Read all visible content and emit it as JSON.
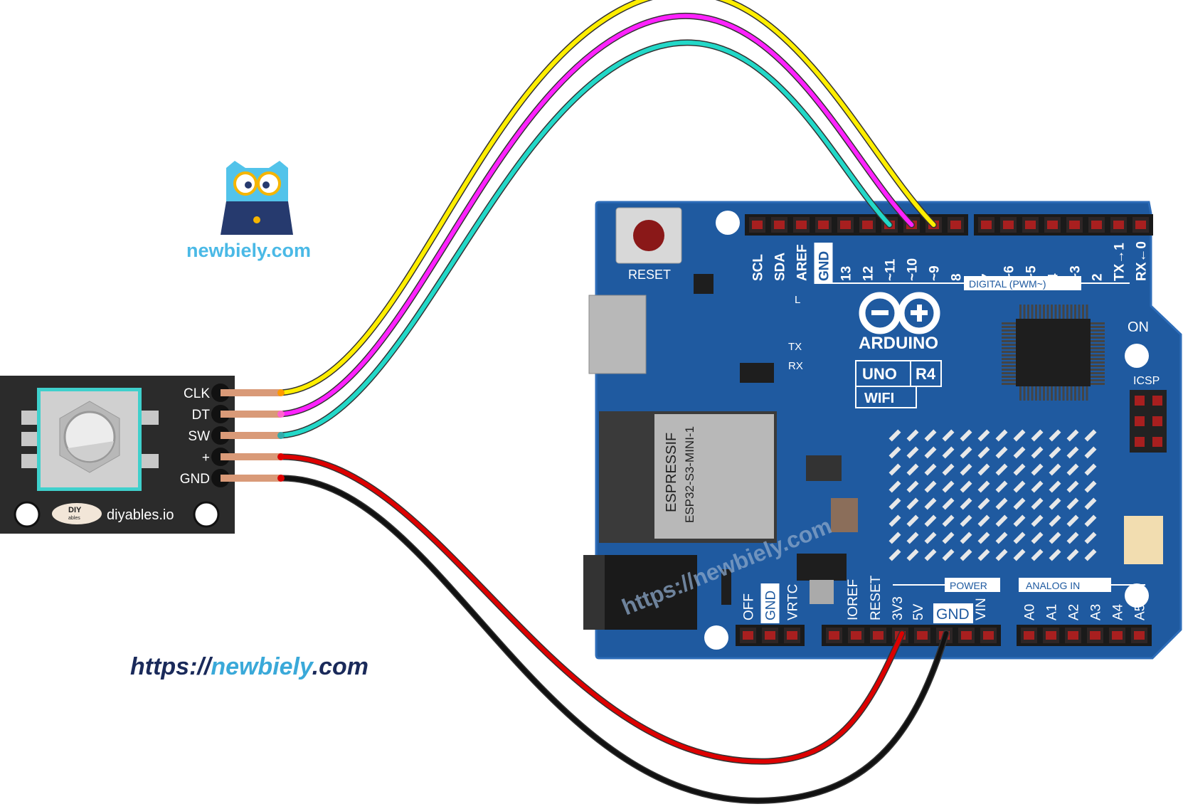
{
  "branding": {
    "site_name": "newbiely.com",
    "url_prefix": "https://",
    "url_name": "newbiely",
    "url_suffix": ".com",
    "watermark": "https://newbiely.com"
  },
  "module": {
    "brand": "diyables.io",
    "logo_text": "DIY",
    "logo_subtext": "ables",
    "pins": [
      "CLK",
      "DT",
      "SW",
      "+",
      "GND"
    ]
  },
  "board": {
    "reset_label": "RESET",
    "top_pins": [
      "SCL",
      "SDA",
      "AREF",
      "GND",
      "13",
      "12",
      "~11",
      "~10",
      "~9",
      "8",
      "7",
      "~6",
      "~5",
      "4",
      "~3",
      "2",
      "TX→1",
      "RX←0"
    ],
    "digital_label": "DIGITAL (PWM~)",
    "brand": "ARDUINO",
    "model": "UNO",
    "revision": "R4",
    "variant": "WIFI",
    "chip_vendor": "ESPRESSIF",
    "chip_model": "ESP32-S3-MINI-1",
    "led_l": "L",
    "led_tx": "TX",
    "led_rx": "RX",
    "on_label": "ON",
    "icsp_label": "ICSP",
    "power_label": "POWER",
    "analog_label": "ANALOG IN",
    "bottom_left_pins": [
      "OFF",
      "GND",
      "VRTC"
    ],
    "power_pins": [
      "IOREF",
      "RESET",
      "3V3",
      "5V",
      "GND",
      "VIN"
    ],
    "analog_pins": [
      "A0",
      "A1",
      "A2",
      "A3",
      "A4",
      "A5"
    ]
  },
  "wires": [
    {
      "from": "CLK",
      "to": "~9",
      "color": "#ffee00"
    },
    {
      "from": "DT",
      "to": "~10",
      "color": "#ff22ff"
    },
    {
      "from": "SW",
      "to": "~11",
      "color": "#22d8c8"
    },
    {
      "from": "+",
      "to": "3V3",
      "color": "#dd0000"
    },
    {
      "from": "GND",
      "to": "GND",
      "color": "#111111"
    }
  ],
  "colors": {
    "board": "#1f5aa0",
    "module": "#2b2b2b",
    "url_dark": "#1a2a5a",
    "url_accent": "#3aa9d9"
  }
}
